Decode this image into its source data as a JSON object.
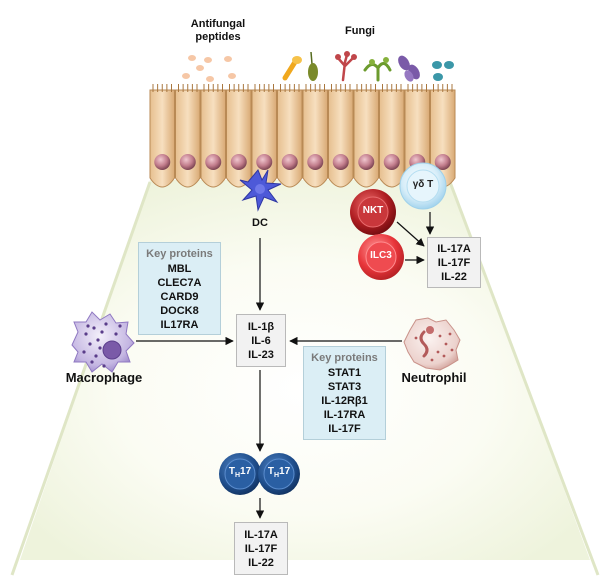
{
  "labels": {
    "antifungal_peptides": [
      "Antifungal",
      "peptides"
    ],
    "fungi": "Fungi",
    "dc": "DC",
    "nkt": "NKT",
    "gamma_delta_t": "γδ T",
    "ilc3": "ILC3",
    "macrophage": "Macrophage",
    "neutrophil": "Neutrophil",
    "th17_left": "T",
    "th17_left_sub": "H",
    "th17_left_num": "17",
    "th17_right": "T",
    "th17_right_sub": "H",
    "th17_right_num": "17"
  },
  "boxes": {
    "key_proteins_left": {
      "title": "Key proteins",
      "items": [
        "MBL",
        "CLEC7A",
        "CARD9",
        "DOCK8",
        "IL17RA"
      ]
    },
    "key_proteins_right": {
      "title": "Key proteins",
      "items": [
        "STAT1",
        "STAT3",
        "IL-12Rβ1",
        "IL-17RA",
        "IL-17F"
      ]
    },
    "cytokines_center": {
      "items": [
        "IL-1β",
        "IL-6",
        "IL-23"
      ]
    },
    "cytokines_innate": {
      "items": [
        "IL-17A",
        "IL-17F",
        "IL-22"
      ]
    },
    "cytokines_bottom": {
      "items": [
        "IL-17A",
        "IL-17F",
        "IL-22"
      ]
    }
  },
  "colors": {
    "epithelium": "#f0d3a8",
    "epithelium_border": "#b98a55",
    "nucleus": "#c27d8c",
    "dc": "#4d59d8",
    "nkt": "#b01e22",
    "ilc3": "#e8353a",
    "gamma_delta_t": "#bfe3f5",
    "th17": "#1f4e8c",
    "macrophage": "#9b84c9",
    "neutrophil": "#e9c9c4",
    "key_box": "#dbeef5",
    "cyto_box": "#f2f2f2",
    "peptide": "#f6c7a6"
  }
}
